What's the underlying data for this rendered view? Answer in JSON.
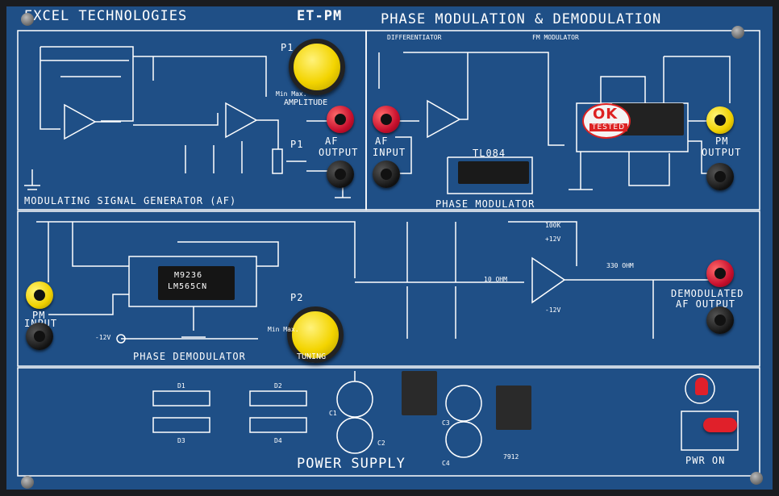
{
  "header": {
    "company": "EXCEL TECHNOLOGIES",
    "model": "ET-PM",
    "title": "PHASE MODULATION & DEMODULATION"
  },
  "sections": {
    "modulating": "MODULATING SIGNAL GENERATOR (AF)",
    "differentiator": "DIFFERENTIATOR",
    "fm_modulator": "FM MODULATOR",
    "phase_modulator": "PHASE MODULATOR",
    "phase_demodulator": "PHASE DEMODULATOR",
    "power_supply": "POWER SUPPLY"
  },
  "labels": {
    "p1_top": "P1",
    "p1": "P1",
    "p2": "P2",
    "min_max_1": "Min     Max.",
    "min_max_2": "Min     Max.",
    "amplitude": "AMPLITUDE",
    "tuning": "TUNING",
    "af_output_1": "AF",
    "af_output_2": "OUTPUT",
    "af_input_1": "AF",
    "af_input_2": "INPUT",
    "tl084": "TL084",
    "pm_output_1": "PM",
    "pm_output_2": "OUTPUT",
    "pm_input_1": "PM",
    "pm_input_2": "INPUT",
    "demod_1": "DEMODULATED",
    "demod_2": "AF OUTPUT",
    "ok": "OK",
    "tested": "TESTED",
    "ic_main_1": "M9236",
    "ic_main_2": "LM565CN",
    "minus12v": "-12V",
    "plus12v": "+12V",
    "minus12v_b": "-12V",
    "ohm330": "330 OHM",
    "ohm10": "10 OHM",
    "k100": "100K",
    "d1": "D1",
    "d2": "D2",
    "d3": "D3",
    "d4": "D4",
    "c1": "C1",
    "c2": "C2",
    "c3": "C3",
    "c4": "C4",
    "reg": "7912",
    "pwr_on": "PWR ON"
  },
  "colors": {
    "board": "#1f4f86",
    "frame": "#1a1c20",
    "trace": "#ffffff",
    "jack_red": "#c8102e",
    "jack_yellow": "#f0d000",
    "jack_black": "#111111",
    "knob": "#f3d400",
    "power_led": "#e0202a"
  }
}
